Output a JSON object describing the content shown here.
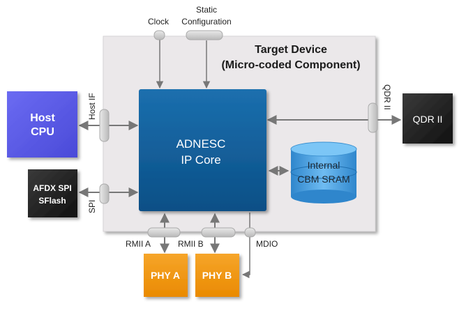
{
  "target": {
    "title_line1": "Target Device",
    "title_line2": "(Micro-coded Component)"
  },
  "core": {
    "line1": "ADNESC",
    "line2": "IP Core"
  },
  "sram": {
    "line1": "Internal",
    "line2": "CBM SRAM"
  },
  "host": {
    "line1": "Host",
    "line2": "CPU"
  },
  "afdx": {
    "line1": "AFDX SPI",
    "line2": "SFlash"
  },
  "qdr": {
    "label": "QDR II"
  },
  "phy_a": {
    "label": "PHY A"
  },
  "phy_b": {
    "label": "PHY B"
  },
  "ports": {
    "clock": "Clock",
    "static_line1": "Static",
    "static_line2": "Configuration",
    "host_if": "Host IF",
    "spi": "SPI",
    "qdr_if": "QDR II",
    "rmii_a": "RMII A",
    "rmii_b": "RMII B",
    "mdio": "MDIO"
  },
  "colors": {
    "host_box": "#5b5be6",
    "core_box": "#0e5a94",
    "phy_box": "#f0960c",
    "dark_box": "#222222",
    "sram": "#3a9ae0",
    "target_panel": "#ebe8ea"
  }
}
